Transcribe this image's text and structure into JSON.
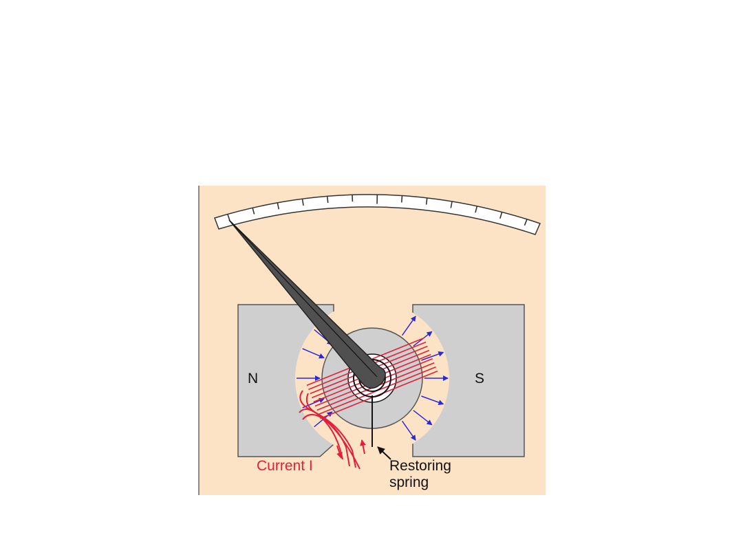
{
  "diagram": {
    "labels": {
      "north_pole": "N",
      "south_pole": "S",
      "current": "Current I",
      "spring_line1": "Restoring",
      "spring_line2": "spring"
    },
    "colors": {
      "background": "#fde3c6",
      "magnet": "#cfcfcf",
      "field_arrows": "#2a28d8",
      "coil": "#e0203a",
      "current_label": "#e0203a",
      "needle": "#505050",
      "scale": "#ffffff",
      "outline": "#333333"
    }
  }
}
